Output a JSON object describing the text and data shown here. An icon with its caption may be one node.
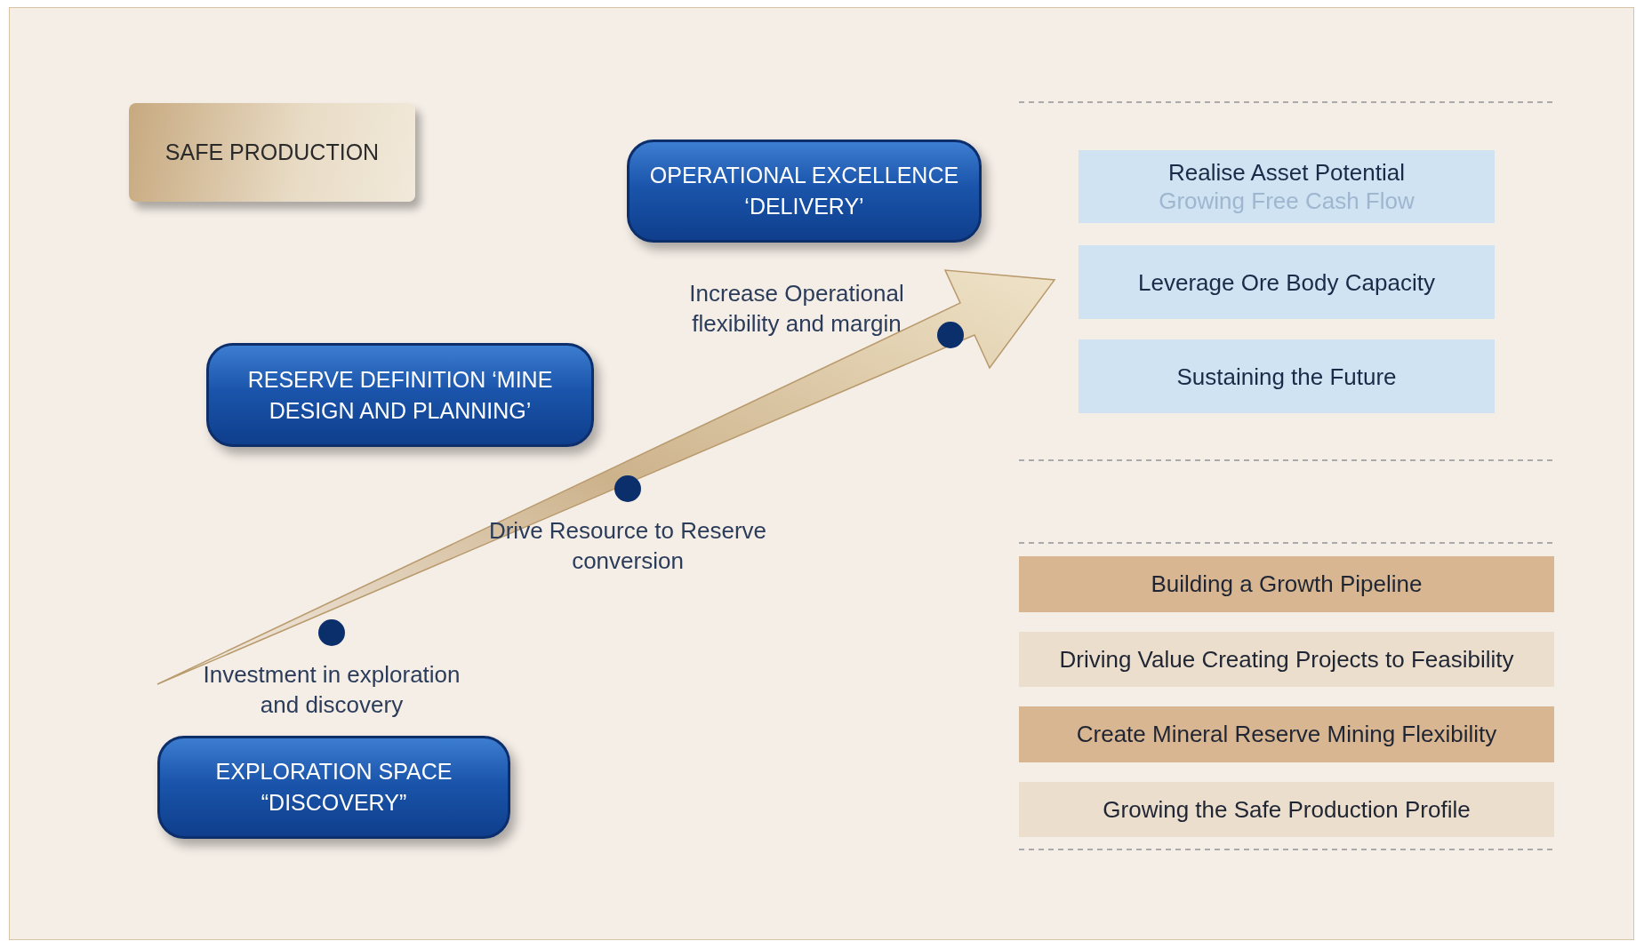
{
  "diagram": {
    "nodes": [
      {
        "text": [
          "SAFE PRODUCTION"
        ]
      },
      {
        "text": [
          "OPERATIONAL EXCELLENCE ‘DELIVERY’"
        ]
      },
      {
        "text": [
          "RESERVE DEFINITION ‘MINE DESIGN AND PLANNING’"
        ]
      },
      {
        "text": [
          "EXPLORATION SPACE “DISCOVERY”"
        ]
      },
      {
        "text": [
          "Realise Asset Potential",
          "Growing Free Cash Flow"
        ]
      },
      {
        "text": [
          "Leverage Ore Body Capacity"
        ]
      },
      {
        "text": [
          "Sustaining the Future"
        ]
      },
      {
        "text": [
          "Building a Growth Pipeline"
        ]
      },
      {
        "text": [
          "Driving Value Creating Projects to Feasibility"
        ]
      },
      {
        "text": [
          "Create Mineral Reserve Mining Flexibility"
        ]
      },
      {
        "text": [
          "Growing the Safe Production Profile"
        ]
      }
    ],
    "labels": [
      "Increase Operational flexibility and margin",
      "Drive Resource to Reserve conversion",
      "Investment in exploration and discovery"
    ]
  }
}
